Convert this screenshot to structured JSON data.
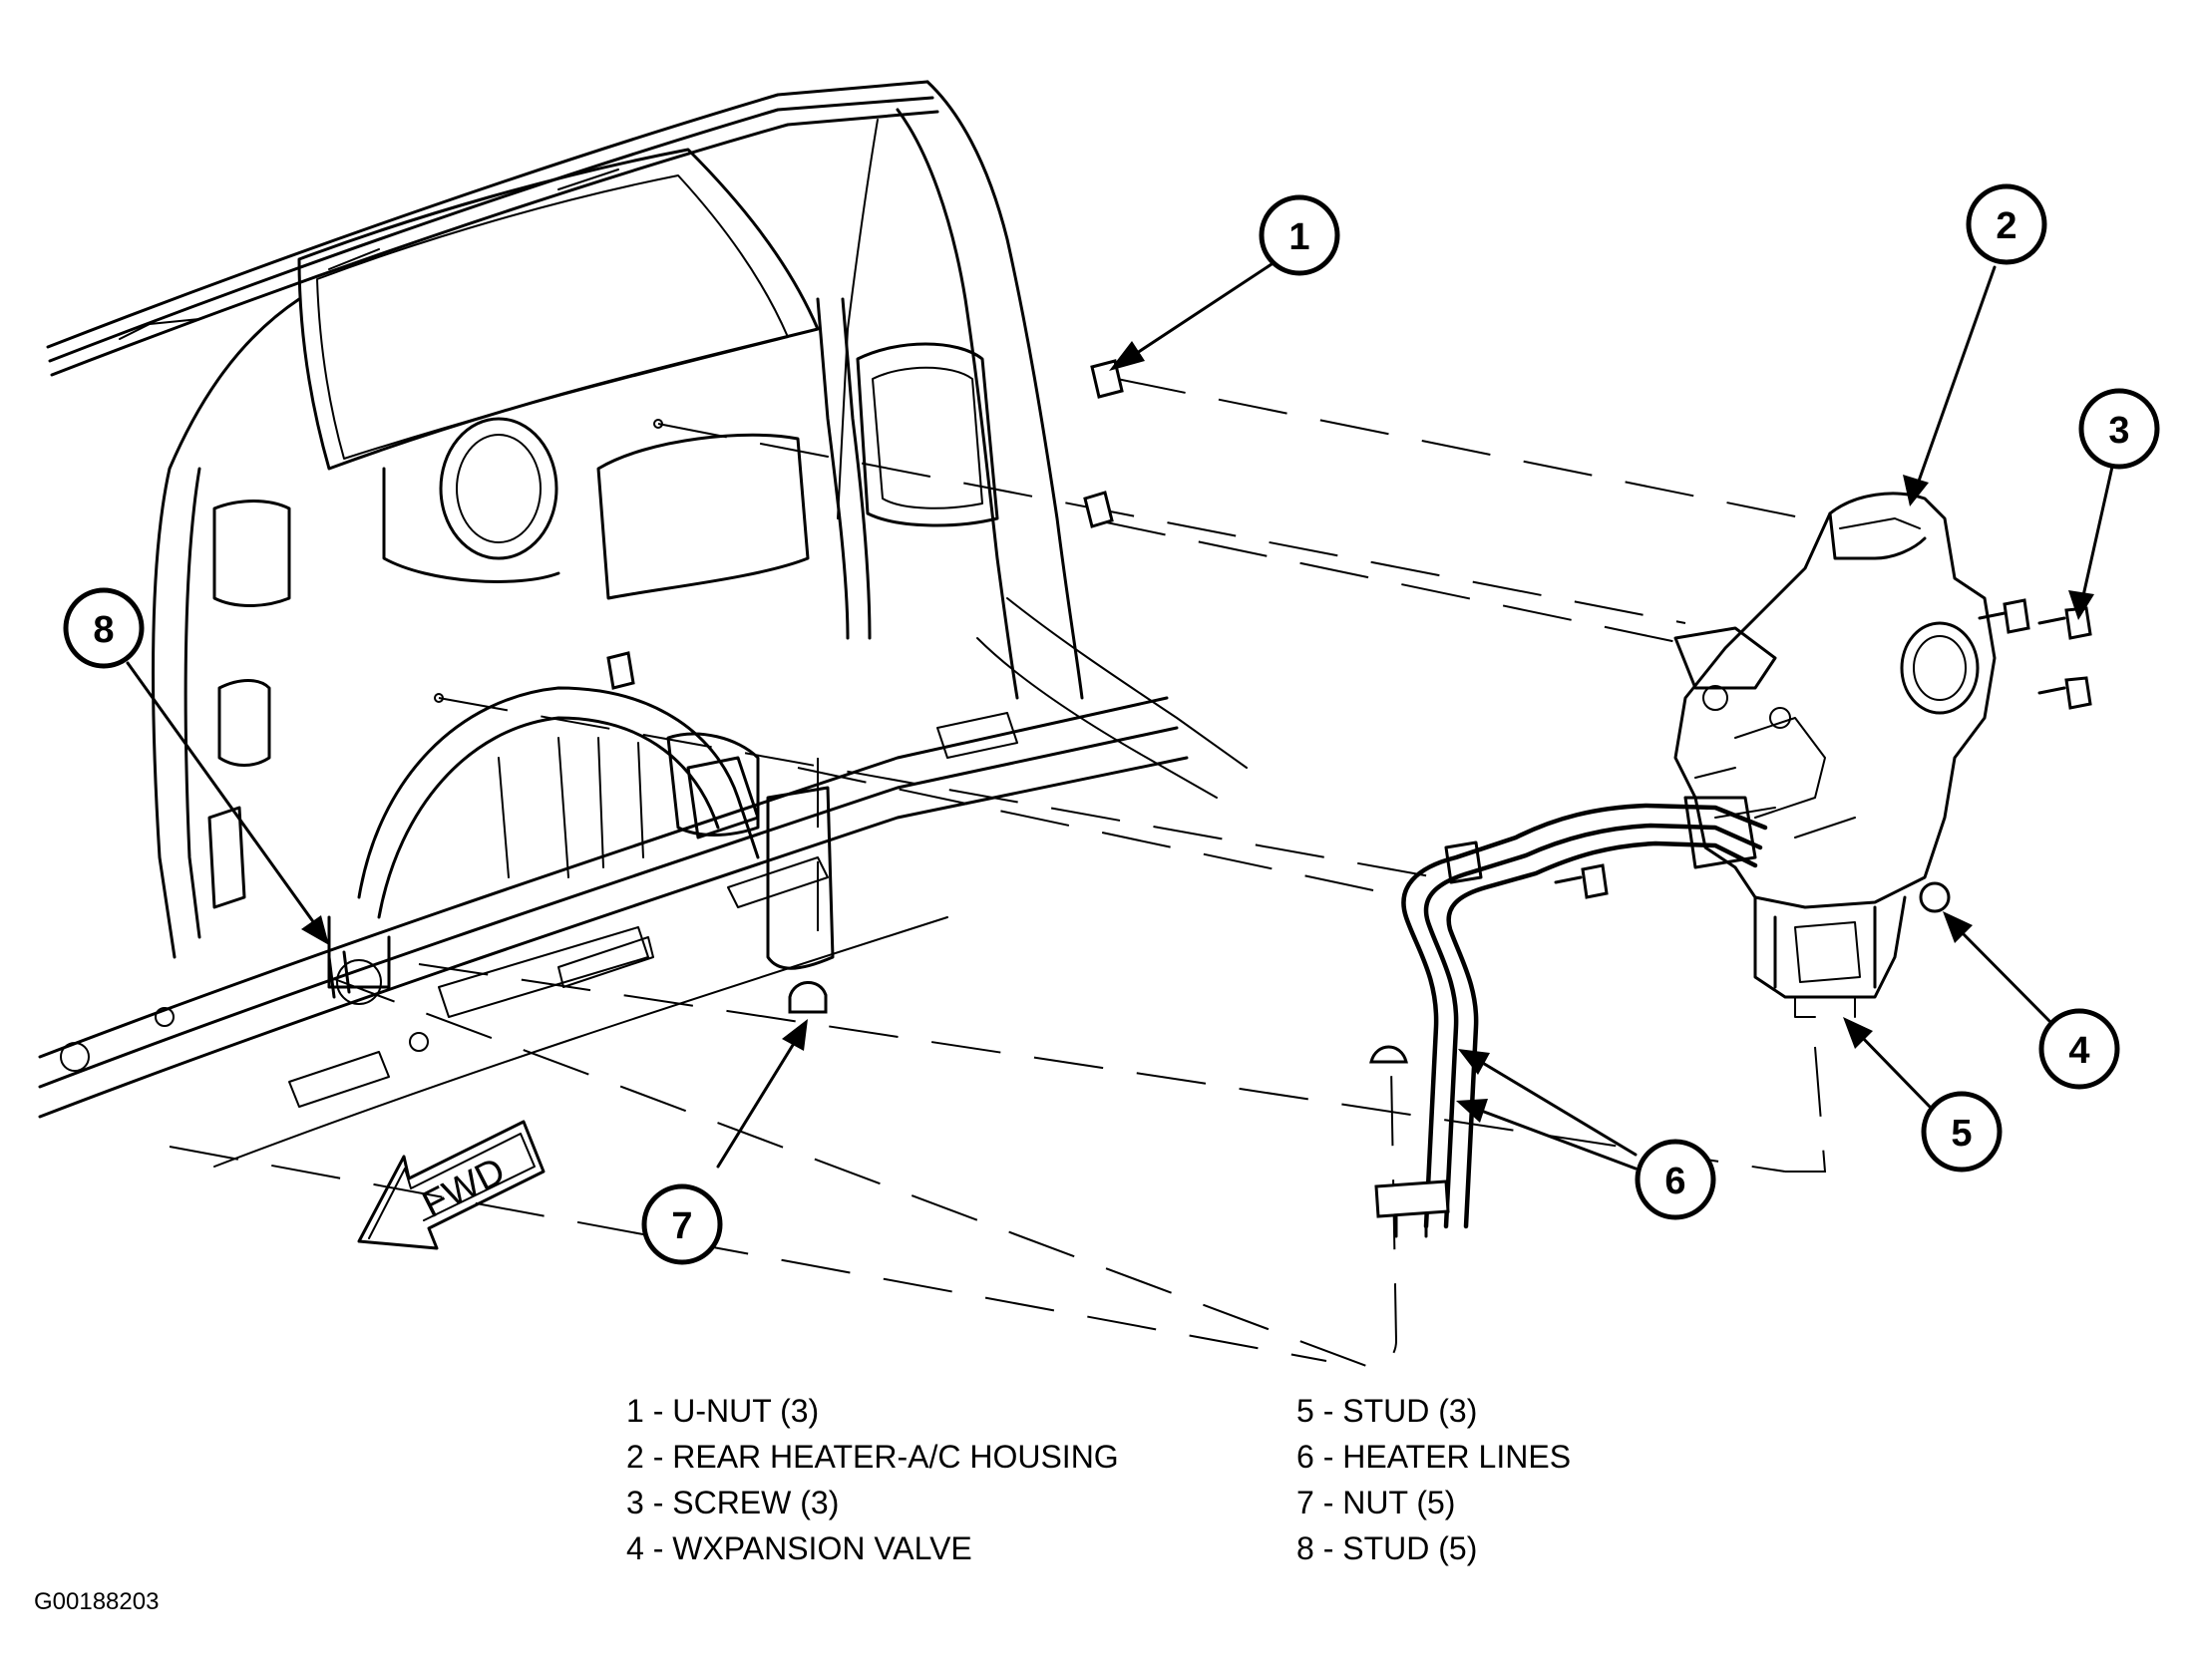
{
  "callouts": [
    "1",
    "2",
    "3",
    "4",
    "5",
    "6",
    "7",
    "8"
  ],
  "direction_label": "FWD",
  "legend_left": [
    "1 - U-NUT (3)",
    "2 - REAR HEATER-A/C HOUSING",
    "3 - SCREW (3)",
    "4 - WXPANSION VALVE"
  ],
  "legend_right": [
    "5 - STUD (3)",
    "6 - HEATER LINES",
    "7 - NUT (5)",
    "8 - STUD (5)"
  ],
  "figure_id": "G00188203"
}
